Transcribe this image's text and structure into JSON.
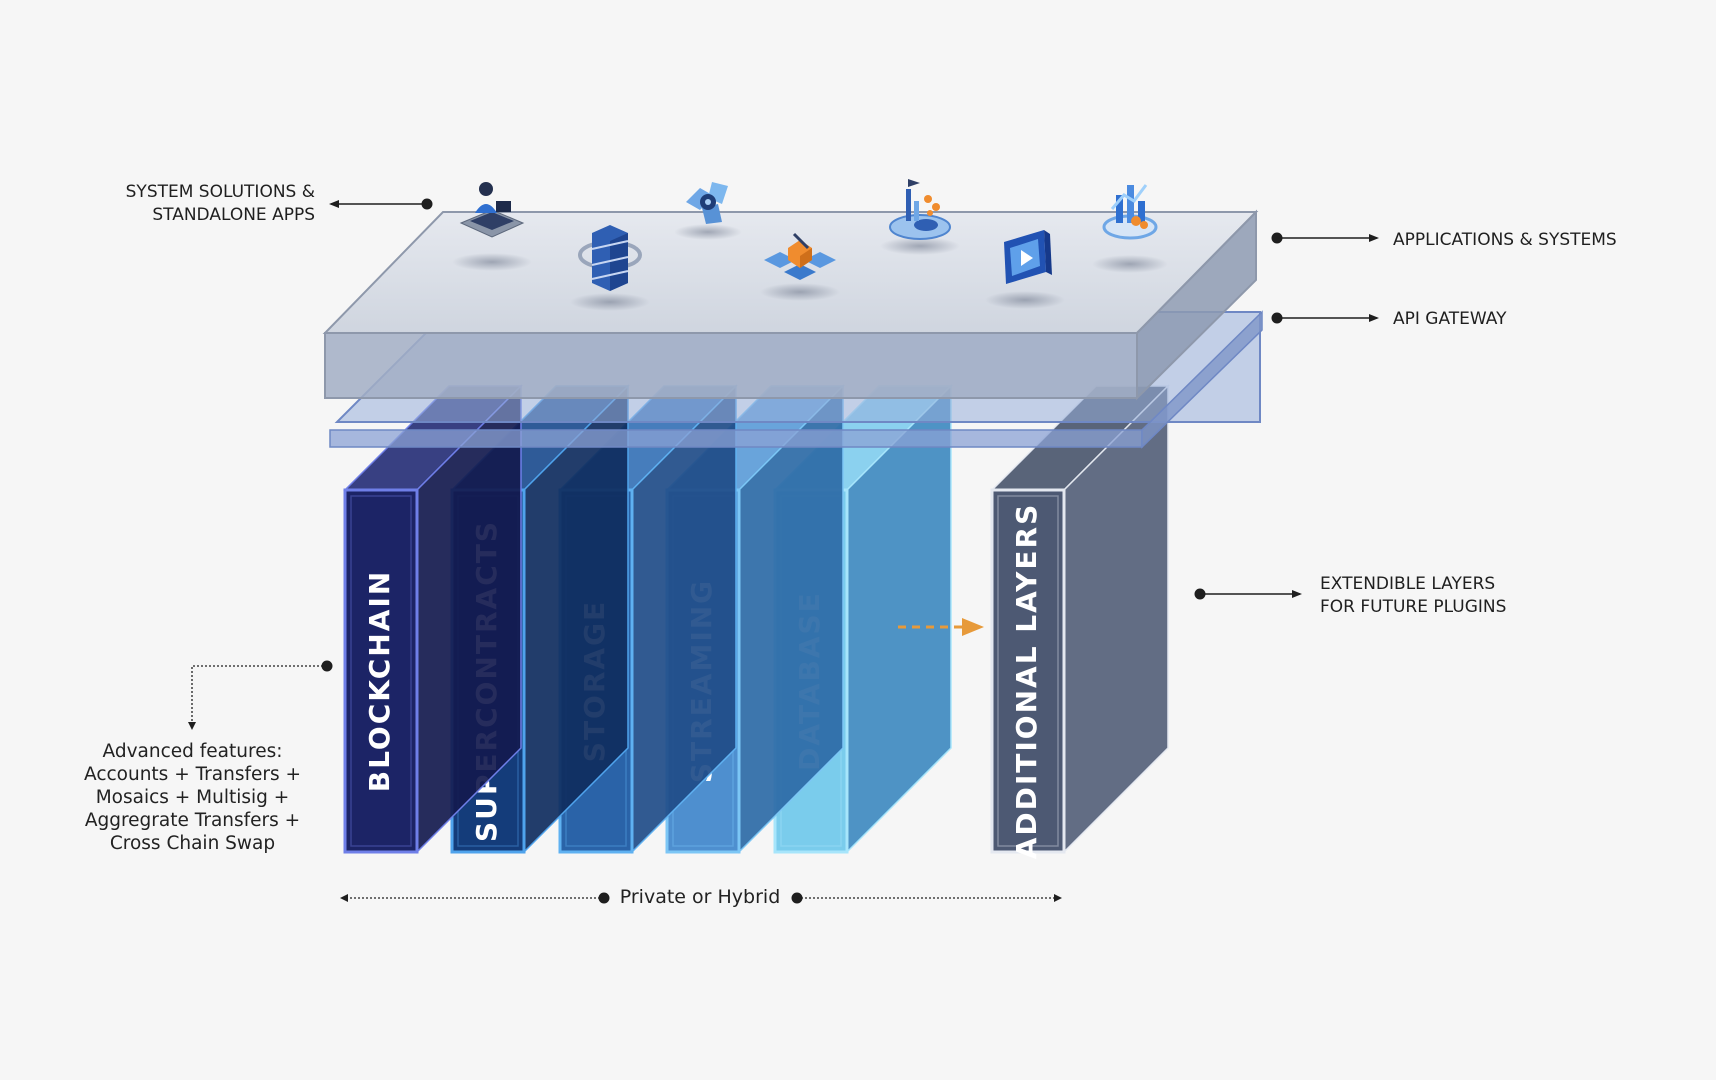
{
  "labels": {
    "system_solutions": [
      "SYSTEM SOLUTIONS &",
      "STANDALONE APPS"
    ],
    "applications_systems": "APPLICATIONS & SYSTEMS",
    "api_gateway": "API GATEWAY",
    "extendible_layers": [
      "EXTENDIBLE LAYERS",
      "FOR FUTURE PLUGINS"
    ],
    "advanced_features": [
      "Advanced features:",
      "Accounts + Transfers +",
      "Mosaics + Multisig +",
      "Aggregrate Transfers +",
      "Cross Chain Swap"
    ],
    "private_or_hybrid": "Private or Hybrid"
  },
  "layers": [
    {
      "label": "BLOCKCHAIN",
      "front": "#1c2466",
      "side": "#131a4e",
      "top": "#232c75",
      "edge": "#6f7fe8"
    },
    {
      "label": "SUPERCONTRACTS",
      "front": "#143c7a",
      "side": "#0f2d5e",
      "top": "#1a4a8e",
      "edge": "#4fa3ec"
    },
    {
      "label": "STORAGE",
      "front": "#2a63a8",
      "side": "#1f4c88",
      "top": "#3370b6",
      "edge": "#5fb1f1"
    },
    {
      "label": "STREAMING",
      "front": "#4e8fcf",
      "side": "#2c6aa6",
      "top": "#5a9bd8",
      "edge": "#7cc6f5"
    },
    {
      "label": "DATABASE",
      "front": "#7accec",
      "side": "#3f8ac0",
      "top": "#80cdee",
      "edge": "#a7e5fb"
    }
  ],
  "additional_layer": {
    "label": "ADDITIONAL LAYERS",
    "front": "#4d5973",
    "side": "#556179",
    "top": "#48546b",
    "edge": "#e4e8f0"
  },
  "icons": [
    "user-laptop-icon",
    "server-stack-icon",
    "cloud-gear-icon",
    "blocks-network-icon",
    "chart-analytics-icon",
    "video-player-icon",
    "growth-chart-icon"
  ],
  "colors": {
    "accent_arrow": "#e79a3a",
    "platform_top": "#e3e6ec",
    "api_gateway": "#8aa3d6",
    "text": "#1f1f1f"
  }
}
